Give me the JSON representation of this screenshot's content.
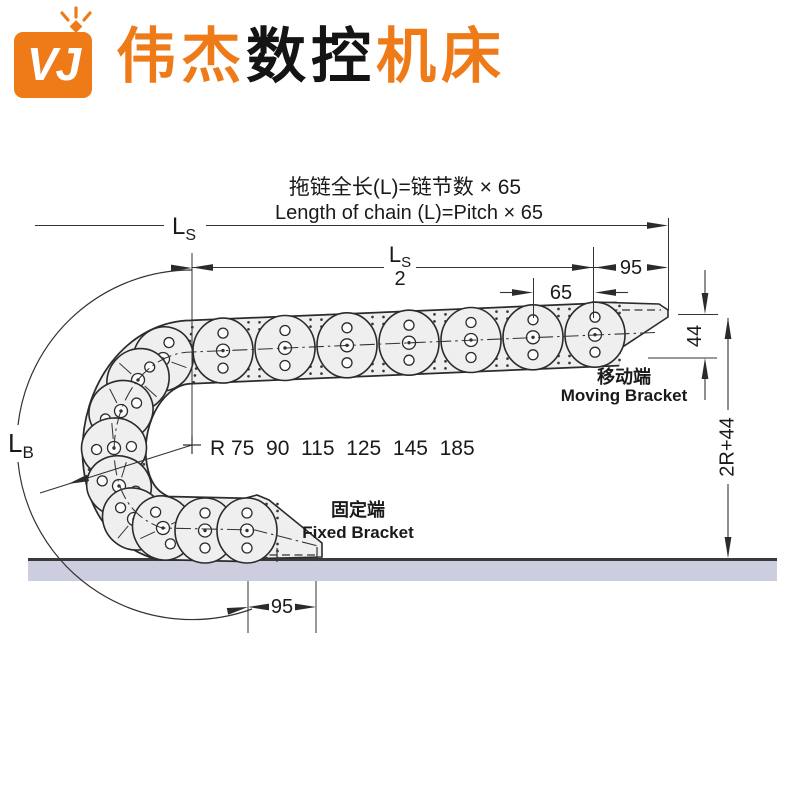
{
  "logo": {
    "monogram": "VJ",
    "brand": [
      {
        "text": "伟杰",
        "color": "#EE7A18"
      },
      {
        "text": "数控",
        "color": "#141414"
      },
      {
        "text": "机床",
        "color": "#EE7A18"
      }
    ]
  },
  "title": {
    "zh": "拖链全长(L)=链节数 × 65",
    "en": "Length of chain (L)=Pitch × 65"
  },
  "dimensions": {
    "overall_length_main": "L",
    "overall_length_sub": "S",
    "half_length_main": "L",
    "half_length_sub": "S",
    "half_length_denominator": "2",
    "bend_length_main": "L",
    "bend_length_sub": "B",
    "end_offset_top": "95",
    "pitch": "65",
    "bracket_height": "44",
    "mount_height": "2R+44",
    "fixed_offset_bottom": "95",
    "radius_options": "R 75  90  115  125  145  185"
  },
  "labels": {
    "moving_zh": "移动端",
    "moving_en": "Moving Bracket",
    "fixed_zh": "固定端",
    "fixed_en": "Fixed Bracket"
  },
  "colors": {
    "accent_orange": "#EE7A18",
    "drawing_line": "#333333",
    "ground_band": "#CDCDE0",
    "ground_line": "#3A3A3A",
    "link_fill": "#EFEFEF"
  }
}
